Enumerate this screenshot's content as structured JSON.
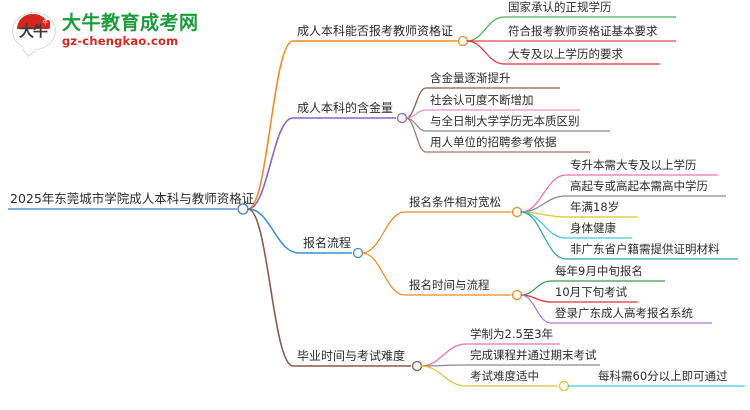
{
  "logo": {
    "mark_glyph": "大牛",
    "mark_badge": "牛",
    "title": "大牛教育成考网",
    "url": "gz-chengkao.com",
    "title_color": "#1a9c3c",
    "url_color": "#d6271f",
    "cap_color": "#d6271f"
  },
  "mindmap": {
    "root": {
      "label": "2025年东莞城市学院成人本科与教师资格证",
      "color": "#3a7cc4"
    },
    "branches": [
      {
        "label": "成人本科能否报考教师资格证",
        "color": "#ef8b21",
        "children": [
          {
            "label": "国家承认的正规学历",
            "color": "#4caf50"
          },
          {
            "label": "符合报考教师资格证基本要求",
            "color": "#e8484f"
          },
          {
            "label": "大专及以上学历的要求",
            "color": "#d8343c"
          }
        ]
      },
      {
        "label": "成人本科的含金量",
        "color": "#8e63c4",
        "children": [
          {
            "label": "含金量逐渐提升",
            "color": "#8a5a4a"
          },
          {
            "label": "社会认可度不断增加",
            "color": "#ef8fd0"
          },
          {
            "label": "与全日制大学学历无本质区别",
            "color": "#8a8a8a"
          },
          {
            "label": "用人单位的招聘参考依据",
            "color": "#a9756a"
          }
        ]
      },
      {
        "label": "报名流程",
        "color": "#3a90d4",
        "children": [
          {
            "label": "报名条件相对宽松",
            "color": "#ef8b21",
            "children": [
              {
                "label": "专升本需大专及以上学历",
                "color": "#ef6fb5"
              },
              {
                "label": "高起专或高起本需高中学历",
                "color": "#8a8a8a"
              },
              {
                "label": "年满18岁",
                "color": "#d8c832"
              },
              {
                "label": "身体健康",
                "color": "#3ec6e0"
              },
              {
                "label": "非广东省户籍需提供证明材料",
                "color": "#2aa8a0"
              }
            ]
          },
          {
            "label": "报名时间与流程",
            "color": "#ef8b21",
            "children": [
              {
                "label": "每年9月中旬报名",
                "color": "#3f9c46"
              },
              {
                "label": "10月下旬考试",
                "color": "#d8343c"
              },
              {
                "label": "登录广东成人高考报名系统",
                "color": "#a87cd4"
              }
            ]
          }
        ]
      },
      {
        "label": "毕业时间与考试难度",
        "color": "#8a5a4a",
        "children": [
          {
            "label": "学制为2.5至3年",
            "color": "#ef6fb5"
          },
          {
            "label": "完成课程并通过期末考试",
            "color": "#8a8a8a"
          },
          {
            "label": "考试难度适中",
            "color": "#d8c832",
            "children": [
              {
                "label": "每科需60分以上即可通过",
                "color": "#3ec6e0"
              }
            ]
          }
        ]
      }
    ]
  }
}
